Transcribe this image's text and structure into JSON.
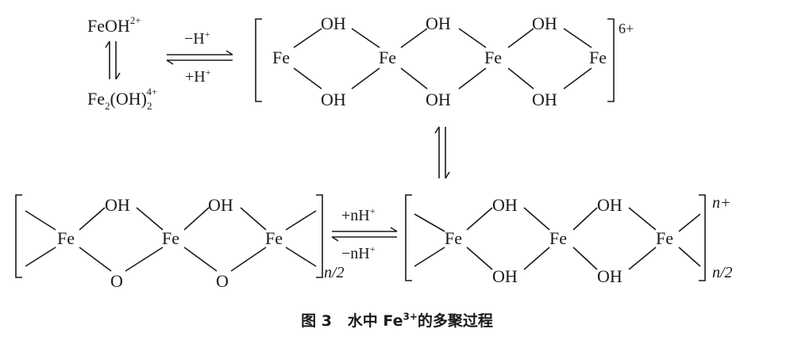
{
  "species": {
    "monomer": {
      "base": "FeOH",
      "charge": "2+"
    },
    "dimer": {
      "base": "Fe",
      "sub1": "2",
      "group": "(OH)",
      "sub2": "2",
      "charge": "4+"
    }
  },
  "arrows": {
    "top_forward": "−H",
    "top_forward_sup": "+",
    "top_backward": "+H",
    "top_backward_sup": "+",
    "bottom_forward": "+nH",
    "bottom_forward_sup": "+",
    "bottom_backward": "−nH",
    "bottom_backward_sup": "+"
  },
  "labels": {
    "fe": "Fe",
    "oh": "OH",
    "o": "O",
    "tetramer_charge": "6+",
    "chain_charge": "n+",
    "repeat_left": "n/2",
    "repeat_right": "n/2"
  },
  "caption": {
    "figure": "图 3",
    "text_before": "水中 Fe",
    "text_sup": "3+",
    "text_after": "的多聚过程"
  }
}
